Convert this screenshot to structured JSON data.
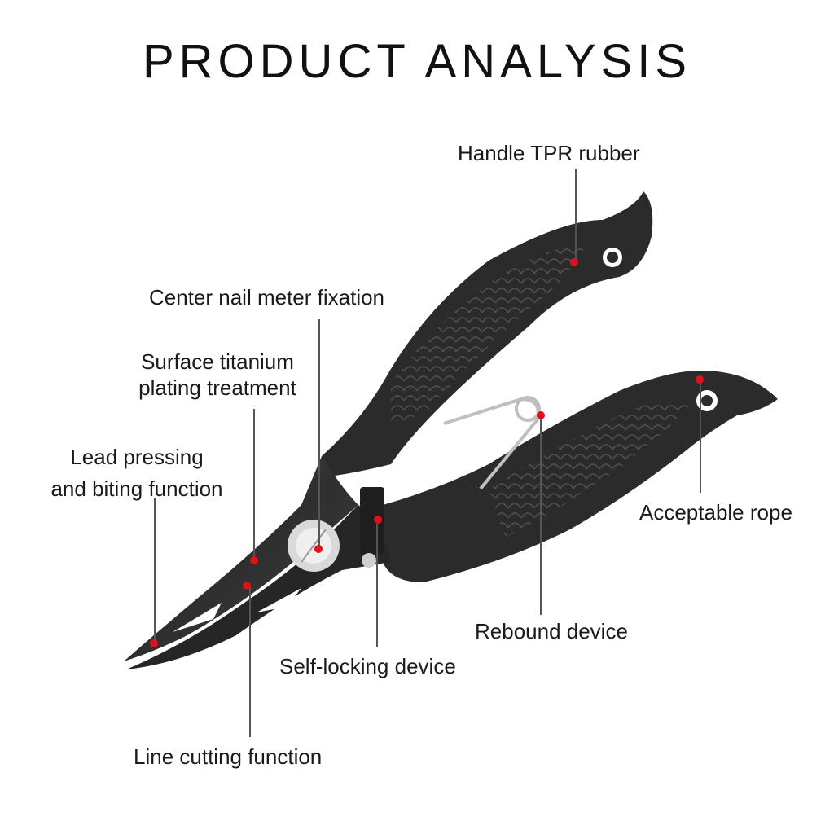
{
  "title": "PRODUCT ANALYSIS",
  "labels": {
    "handle": "Handle TPR rubber",
    "center_nail": "Center nail meter fixation",
    "surface_line1": "Surface titanium",
    "surface_line2": "plating treatment",
    "lead_line1": "Lead pressing",
    "lead_line2": "and biting function",
    "rope": "Acceptable rope",
    "rebound": "Rebound device",
    "self_locking": "Self-locking device",
    "line_cutting": "Line cutting function"
  },
  "colors": {
    "marker": "#e0101c",
    "handle": "#2b2b2b",
    "jaw": "#3a3a3a",
    "leader": "#555555"
  }
}
